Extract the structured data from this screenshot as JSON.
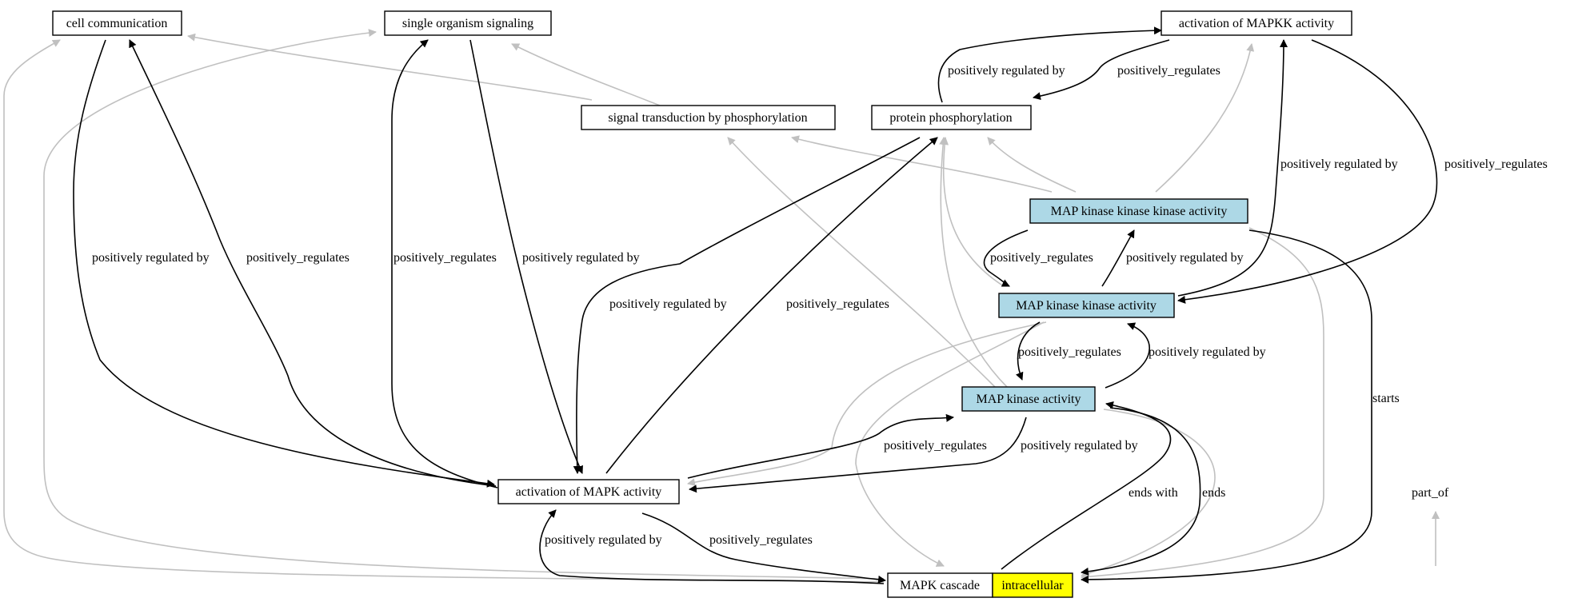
{
  "nodes": {
    "cell_communication": "cell communication",
    "single_organism_signaling": "single organism signaling",
    "activation_of_mapkk_activity": "activation of MAPKK activity",
    "signal_transduction_by_phosphorylation": "signal transduction by phosphorylation",
    "protein_phosphorylation": "protein phosphorylation",
    "map_kinase_kinase_kinase_activity": "MAP kinase kinase kinase activity",
    "map_kinase_kinase_activity": "MAP kinase kinase activity",
    "map_kinase_activity": "MAP kinase activity",
    "activation_of_mapk_activity": "activation of MAPK activity",
    "mapk_cascade": "MAPK cascade",
    "intracellular": "intracellular"
  },
  "edge_labels": {
    "prb_cellcomm": "positively regulated by",
    "pr_cellcomm": "positively_regulates",
    "pr_sos": "positively_regulates",
    "prb_sos": "positively regulated by",
    "prb_mapkk_pp": "positively regulated by",
    "pr_mapkk_pp": "positively_regulates",
    "prb_pp_amapk": "positively regulated by",
    "pr_amapk_pp": "positively_regulates",
    "prb_mapkk_right": "positively regulated by",
    "pr_mapkk_right": "positively_regulates",
    "pr_mkkk_mkk": "positively_regulates",
    "prb_mkk_mkkk": "positively regulated by",
    "pr_mkk_mk": "positively_regulates",
    "prb_mk_mkk": "positively regulated by",
    "pr_amapk_mk": "positively_regulates",
    "prb_mk_amapk": "positively regulated by",
    "prb_cascade_amapk": "positively regulated by",
    "pr_amapk_cascade": "positively_regulates",
    "ends_with": "ends with",
    "ends": "ends",
    "starts": "starts"
  },
  "legend": {
    "part_of": "part_of"
  },
  "colors": {
    "black_edge": "#000000",
    "gray_edge": "#c0c0c0",
    "activity_fill": "#add8e6",
    "intracellular_fill": "#ffff00",
    "node_fill": "#ffffff"
  }
}
